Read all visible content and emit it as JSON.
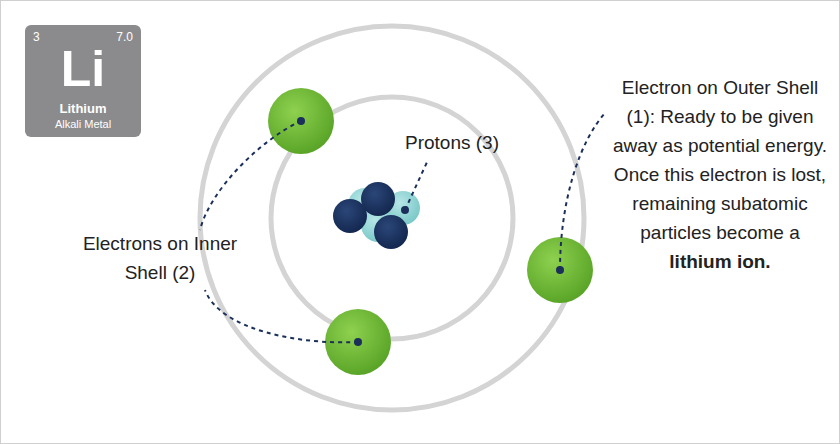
{
  "diagram": {
    "nodes": [
      {
        "text": [
          "3",
          "7.0",
          "Li",
          "Lithium",
          "Alkali Metal"
        ]
      }
    ],
    "labels": [
      "Protons (3)",
      "Electrons on Inner Shell (2)",
      "Electron on Outer Shell (1): Ready to be given away as potential energy. Once this electron is lost, remaining subatomic particles become a",
      "lithium ion."
    ]
  }
}
